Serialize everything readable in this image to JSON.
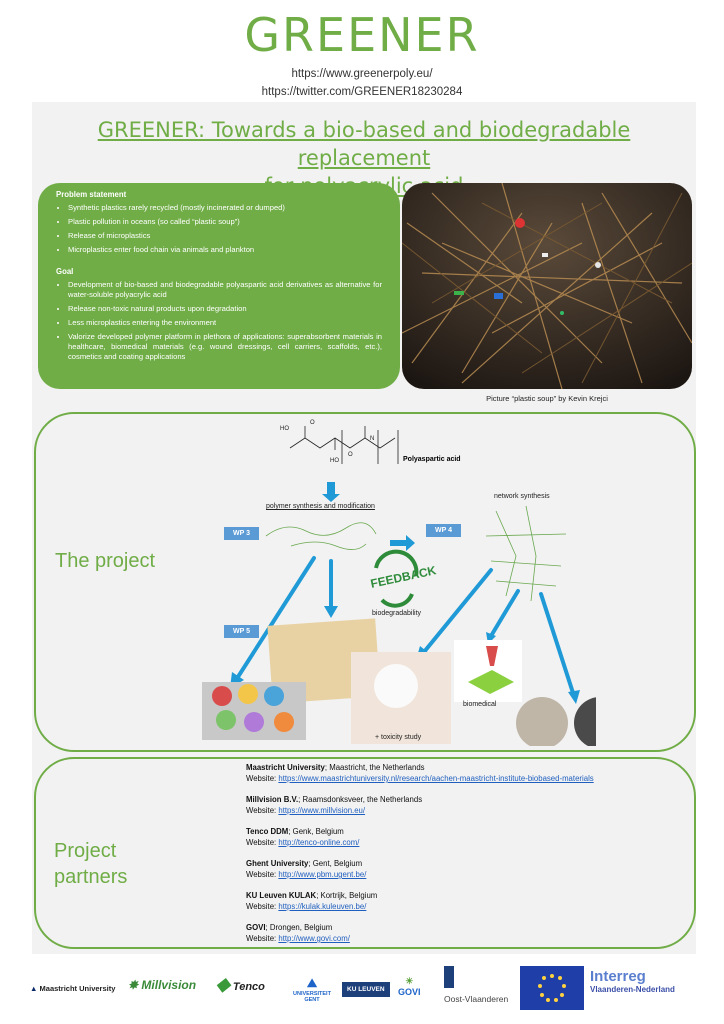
{
  "header": {
    "brand": "GREENER",
    "url1": "https://www.greenerpoly.eu/",
    "url2": "https://twitter.com/GREENER18230284"
  },
  "title": {
    "line1": "GREENER: Towards a bio-based and biodegradable replacement",
    "line2": "for polyacrylic acid"
  },
  "problem": {
    "heading": "Problem statement",
    "items": [
      "Synthetic plastics rarely recycled (mostly incinerated or dumped)",
      "Plastic pollution in oceans (so called “plastic soup”)",
      "Release of microplastics",
      "Microplastics enter food chain via animals and plankton"
    ]
  },
  "goal": {
    "heading": "Goal",
    "items": [
      "Development of bio-based and biodegradable polyaspartic acid derivatives as alternative for water-soluble polyacrylic acid",
      "Release non-toxic natural products upon degradation",
      "Less microplastics entering the environment",
      "Valorize developed polymer platform in plethora of applications: superabsorbent materials in healthcare, biomedical materials (e.g. wound dressings, cell carriers, scaffolds, etc.), cosmetics and coating applications"
    ]
  },
  "photo_caption": "Picture “plastic soup” by Kevin Krejci",
  "project": {
    "label": "The project",
    "polymer_name": "Polyaspartic acid",
    "step1": "polymer synthesis and modification",
    "step2": "network synthesis",
    "wp3": "WP 3",
    "wp4": "WP 4",
    "wp5": "WP 5",
    "feedback": "FEEDBACK",
    "biodegradability": "biodegradability",
    "biomedical": "biomedical",
    "toxicity": "+ toxicity study"
  },
  "partners": {
    "label_line1": "Project",
    "label_line2": "partners",
    "website_label": "Website:",
    "list": [
      {
        "name": "Maastricht University",
        "place": "; Maastricht, the Netherlands",
        "url": "https://www.maastrichtuniversity.nl/research/aachen-maastricht-institute-biobased-materials"
      },
      {
        "name": "Millvision B.V.",
        "place": "; Raamsdonksveer, the Netherlands",
        "url": "https://www.millvision.eu/"
      },
      {
        "name": "Tenco DDM",
        "place": "; Genk, Belgium",
        "url": "http://tenco-online.com/"
      },
      {
        "name": "Ghent University",
        "place": "; Gent, Belgium",
        "url": "http://www.pbm.ugent.be/"
      },
      {
        "name": "KU Leuven KULAK",
        "place": "; Kortrijk, Belgium",
        "url": "https://kulak.kuleuven.be/"
      },
      {
        "name": "GOVI",
        "place": "; Drongen, Belgium",
        "url": "http://www.govi.com/"
      }
    ]
  },
  "logos": {
    "maastricht": "Maastricht University",
    "millvision": "Millvision",
    "tenco": "Tenco",
    "ugent": "UNIVERSITEIT GENT",
    "kuleuven": "KU LEUVEN",
    "govi": "GOVI",
    "oostvl": "Oost-Vlaanderen",
    "interreg": "Interreg",
    "interreg_sub": "Vlaanderen-Nederland"
  },
  "colors": {
    "green": "#70ad47",
    "blue": "#5b9bd5",
    "gray": "#f2f2f2"
  }
}
